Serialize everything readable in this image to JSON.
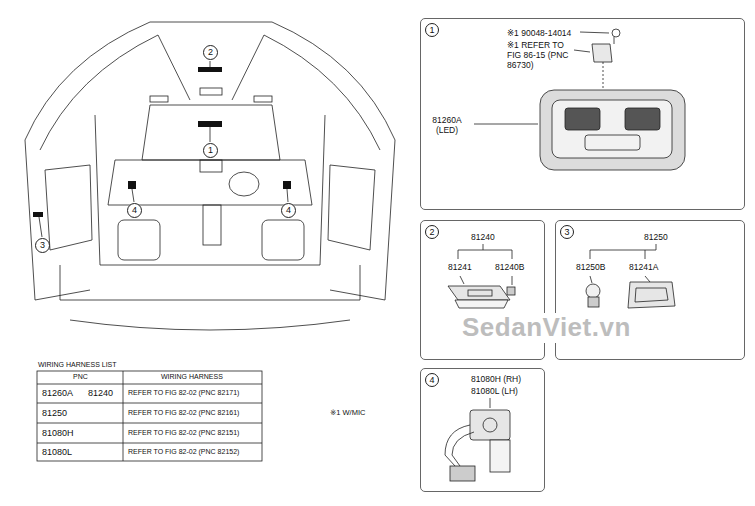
{
  "diagram": {
    "nodes": [
      {
        "text": [
          "2"
        ]
      },
      {
        "text": [
          "1"
        ]
      },
      {
        "text": [
          "4"
        ]
      },
      {
        "text": [
          "4"
        ]
      },
      {
        "text": [
          "3"
        ]
      },
      {
        "text": [
          "※1 90048-14014",
          "※1 REFER TO FIG 86-15 (PNC 86730)",
          "81260A (LED)"
        ]
      },
      {
        "text": [
          "1"
        ],
        "in": 5
      },
      {
        "text": [
          "81240",
          "81241",
          "81240B"
        ]
      },
      {
        "text": [
          "2"
        ],
        "in": 7
      },
      {
        "text": [
          "81250",
          "81250B",
          "81241A"
        ]
      },
      {
        "text": [
          "3"
        ],
        "in": 9
      },
      {
        "text": [
          "81080H (RH)",
          "81080L (LH)"
        ]
      },
      {
        "text": [
          "4"
        ],
        "in": 11
      }
    ],
    "labels": [
      "WIRING HARNESS LIST",
      "PNC",
      "WIRING HARNESS",
      "81260A",
      "81240",
      "REFER TO FIG 82-02 (PNC 82171)",
      "81250",
      "REFER TO FIG 82-02 (PNC 82161)",
      "81080H",
      "REFER TO FIG 82-02 (PNC 82151)",
      "81080L",
      "REFER TO FIG 82-02 (PNC 82152)",
      "※1 W/MIC",
      "SedanViet.vn"
    ]
  }
}
